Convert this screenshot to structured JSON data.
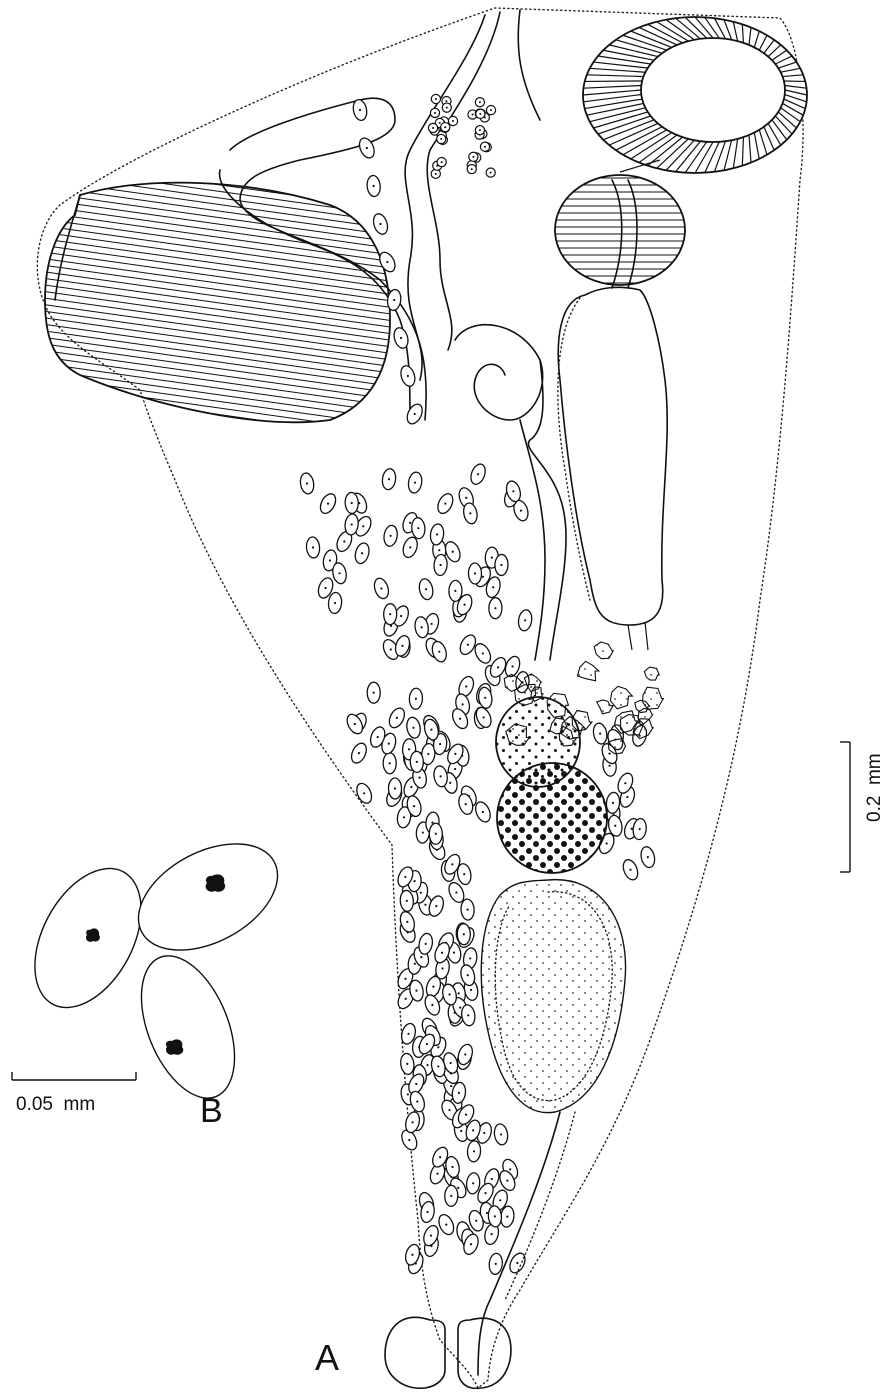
{
  "figure": {
    "panel_a_label": "A",
    "panel_b_label": "B",
    "scale_main": "0.2  mm",
    "scale_small": "0.05  mm"
  },
  "colors": {
    "ink": "#111111",
    "paper": "#ffffff"
  }
}
